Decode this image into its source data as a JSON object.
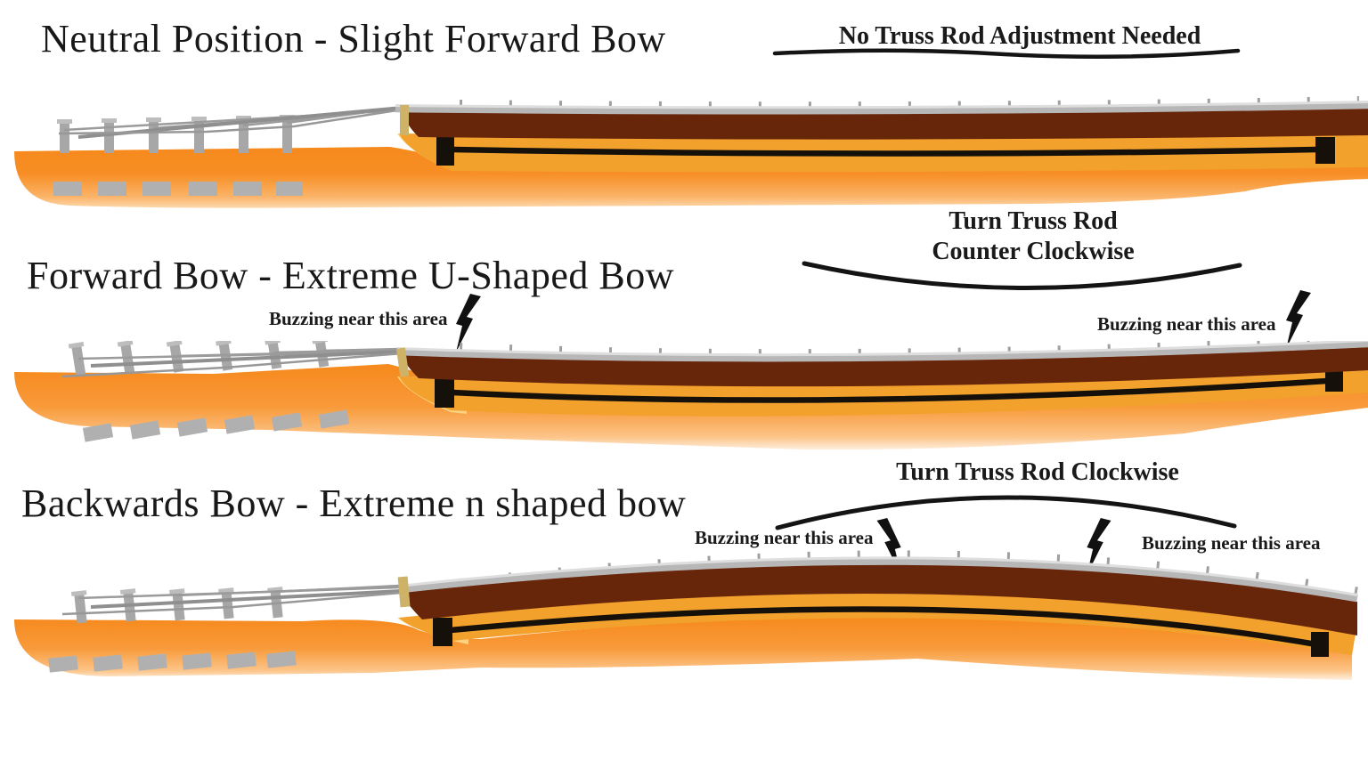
{
  "palette": {
    "text": "#181818",
    "annotation_line": "#141414",
    "string_gray": "#b7b7b7",
    "string_highlight": "#dedede",
    "tuner_gray": "#a7a7a7",
    "fretboard_brown": "#67250a",
    "amber": "#f2a12d",
    "tan_wedge": "#fbd382",
    "nut_tan": "#cdb268",
    "orange_deep": "#f6891c",
    "orange_light": "#fcba6e",
    "truss_rod_black": "#15100a"
  },
  "sections": [
    {
      "title": "Neutral Position - Slight Forward Bow",
      "instruction": "No Truss Rod Adjustment Needed"
    },
    {
      "title": "Forward Bow - Extreme U-Shaped Bow",
      "instruction_line1": "Turn Truss Rod",
      "instruction_line2": "Counter Clockwise",
      "buzz_left": "Buzzing near this area",
      "buzz_right": "Buzzing near this area"
    },
    {
      "title": "Backwards Bow - Extreme n shaped bow",
      "instruction": "Turn Truss Rod Clockwise",
      "buzz_left": "Buzzing near this area",
      "buzz_right": "Buzzing near this area"
    }
  ]
}
